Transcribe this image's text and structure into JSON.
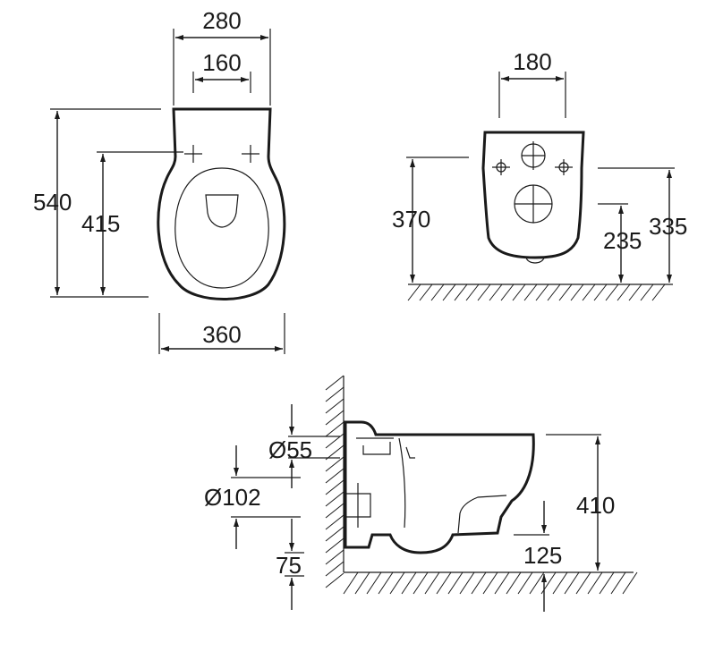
{
  "drawing": {
    "front_view": {
      "overall_width": "280",
      "fixing_spacing": "160",
      "total_height": "540",
      "fixing_height": "415",
      "bowl_width": "360"
    },
    "rear_view": {
      "fixing_spacing": "180",
      "fixing_height": "370",
      "outlet_height": "235",
      "total_height": "335"
    },
    "side_view": {
      "inlet_diameter": "Ø55",
      "outlet_diameter": "Ø102",
      "outlet_offset": "75",
      "rim_height": "410",
      "base_clearance": "125"
    }
  },
  "colors": {
    "line": "#1a1a1a",
    "background": "#ffffff"
  }
}
